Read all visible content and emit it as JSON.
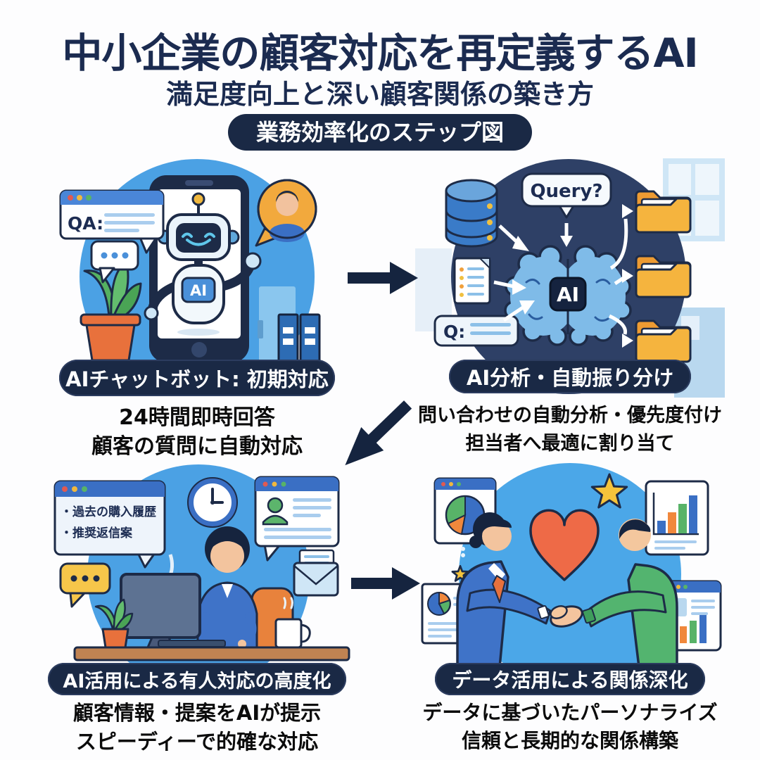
{
  "header": {
    "title": "中小企業の顧客対応を再定義するAI",
    "subtitle": "満足度向上と深い顧客関係の築き方",
    "badge": "業務効率化のステップ図"
  },
  "steps": [
    {
      "label": "AIチャットボット: 初期対応",
      "desc1": "24時間即時回答",
      "desc2": "顧客の質問に自動対応",
      "qa_window_title": "QA:",
      "robot_chip": "AI"
    },
    {
      "label": "AI分析・自動振り分け",
      "desc1": "問い合わせの自動分析・優先度付け",
      "desc2": "担当者へ最適に割り当て",
      "query_bubble": "Query?",
      "brain_chip": "AI",
      "q_box": "Q:"
    },
    {
      "label": "AI活用による有人対応の高度化",
      "desc1": "顧客情報・提案をAIが提示",
      "desc2": "スピーディーで的確な対応",
      "bullet1": "・過去の購入履歴",
      "bullet2": "・推奨返信案"
    },
    {
      "label": "データ活用による関係深化",
      "desc1": "データに基づいたパーソナライズ",
      "desc2": "信頼と長期的な関係構築"
    }
  ],
  "colors": {
    "navy": "#1a2945",
    "title_navy": "#1b2b50",
    "light_circle_blue": "#4ba1e4",
    "dark_circle_navy": "#2e4066",
    "folder_yellow": "#f5b43e",
    "folder_orange": "#ee9b32",
    "heart_orange": "#ee6a47",
    "star_yellow": "#f5c33b",
    "window_bar_blue": "#3a6fc4",
    "green": "#58b368",
    "pot_orange": "#e8713c"
  }
}
